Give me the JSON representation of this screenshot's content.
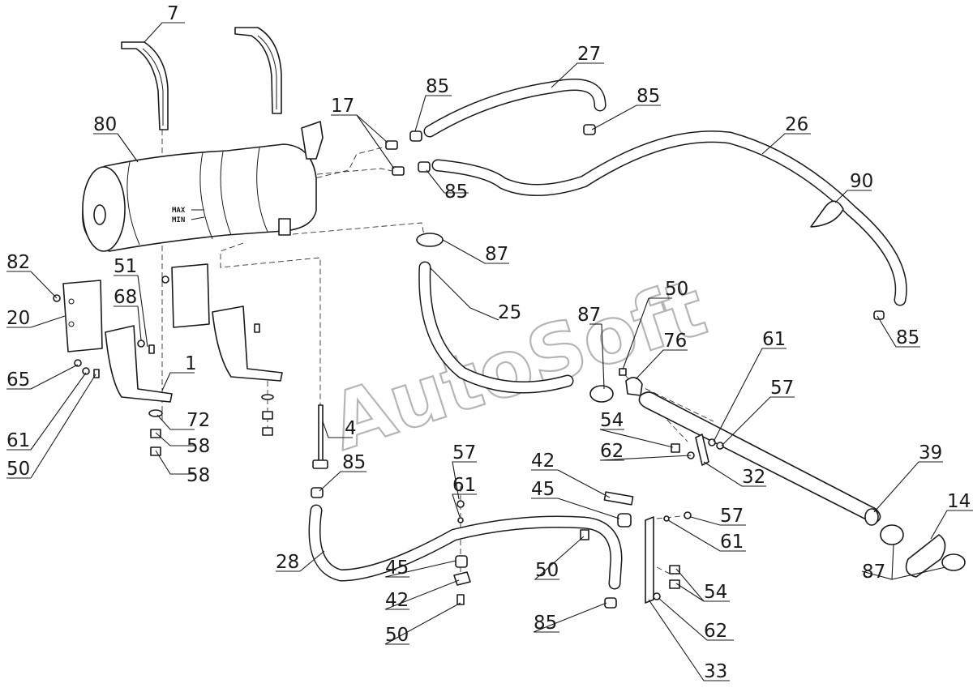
{
  "watermark": "AutoSoft",
  "tank": {
    "max_label": "MAX",
    "min_label": "MIN"
  },
  "callouts": [
    {
      "id": "c7",
      "text": "7"
    },
    {
      "id": "c27",
      "text": "27"
    },
    {
      "id": "c85a",
      "text": "85"
    },
    {
      "id": "c17",
      "text": "17"
    },
    {
      "id": "c85b",
      "text": "85"
    },
    {
      "id": "c80",
      "text": "80"
    },
    {
      "id": "c26",
      "text": "26"
    },
    {
      "id": "c85c",
      "text": "85"
    },
    {
      "id": "c90",
      "text": "90"
    },
    {
      "id": "c87a",
      "text": "87"
    },
    {
      "id": "c82",
      "text": "82"
    },
    {
      "id": "c51",
      "text": "51"
    },
    {
      "id": "c68",
      "text": "68"
    },
    {
      "id": "c20",
      "text": "20"
    },
    {
      "id": "c25",
      "text": "25"
    },
    {
      "id": "c87b",
      "text": "87"
    },
    {
      "id": "c50a",
      "text": "50"
    },
    {
      "id": "c76",
      "text": "76"
    },
    {
      "id": "c85d",
      "text": "85"
    },
    {
      "id": "c61a",
      "text": "61"
    },
    {
      "id": "c1",
      "text": "1"
    },
    {
      "id": "c65",
      "text": "65"
    },
    {
      "id": "c57a",
      "text": "57"
    },
    {
      "id": "c61b",
      "text": "61"
    },
    {
      "id": "c72",
      "text": "72"
    },
    {
      "id": "c54a",
      "text": "54"
    },
    {
      "id": "c50b",
      "text": "50"
    },
    {
      "id": "c58a",
      "text": "58"
    },
    {
      "id": "c4",
      "text": "4"
    },
    {
      "id": "c62a",
      "text": "62"
    },
    {
      "id": "c39",
      "text": "39"
    },
    {
      "id": "c58b",
      "text": "58"
    },
    {
      "id": "c57b",
      "text": "57"
    },
    {
      "id": "c42a",
      "text": "42"
    },
    {
      "id": "c85e",
      "text": "85"
    },
    {
      "id": "c32",
      "text": "32"
    },
    {
      "id": "c14",
      "text": "14"
    },
    {
      "id": "c61c",
      "text": "61"
    },
    {
      "id": "c45a",
      "text": "45"
    },
    {
      "id": "c57c",
      "text": "57"
    },
    {
      "id": "c61d",
      "text": "61"
    },
    {
      "id": "c28",
      "text": "28"
    },
    {
      "id": "c87c",
      "text": "87"
    },
    {
      "id": "c45b",
      "text": "45"
    },
    {
      "id": "c50c",
      "text": "50"
    },
    {
      "id": "c54b",
      "text": "54"
    },
    {
      "id": "c42b",
      "text": "42"
    },
    {
      "id": "c85f",
      "text": "85"
    },
    {
      "id": "c62b",
      "text": "62"
    },
    {
      "id": "c50d",
      "text": "50"
    },
    {
      "id": "c33",
      "text": "33"
    }
  ]
}
